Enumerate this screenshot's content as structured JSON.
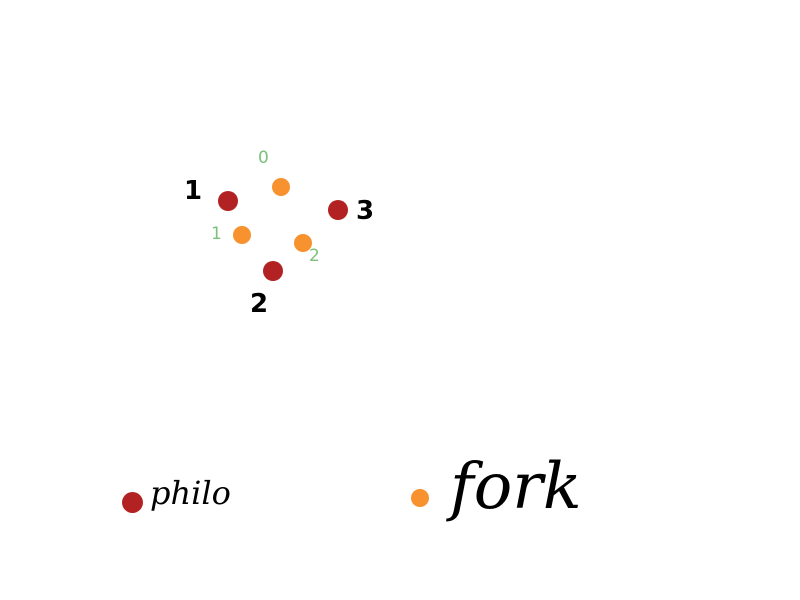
{
  "colors": {
    "philo": "#b22222",
    "fork": "#f7922f",
    "philo_label": "#000000",
    "fork_label": "#7cc17c"
  },
  "diagram": {
    "philosophers": [
      {
        "label": "1"
      },
      {
        "label": "2"
      },
      {
        "label": "3"
      }
    ],
    "forks": [
      {
        "label": "0"
      },
      {
        "label": "1"
      },
      {
        "label": "2"
      }
    ]
  },
  "legend": {
    "philo": "philo",
    "fork": "fork"
  }
}
